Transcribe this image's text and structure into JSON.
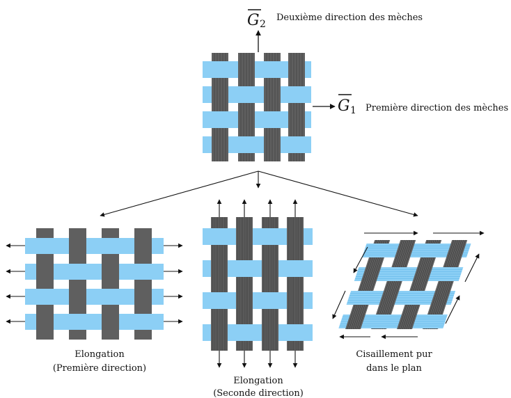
{
  "top": {
    "g2_symbol": "G",
    "g2_index": "2",
    "g2_label": "Deuxième direction des mèches",
    "g1_symbol": "G",
    "g1_index": "1",
    "g1_label": "Première direction des mèches"
  },
  "captions": {
    "left_line1": "Elongation",
    "left_line2": "(Première direction)",
    "middle_line1": "Elongation",
    "middle_line2": "(Seconde direction)",
    "right_line1": "Cisaillement pur",
    "right_line2": "dans le plan"
  },
  "colors": {
    "weft": "#8ccff5",
    "warp": "#5f5f5f",
    "warp_fiber": "#3a3a3a",
    "weft_fiber": "#5ab4e8",
    "arrow": "#111111"
  }
}
